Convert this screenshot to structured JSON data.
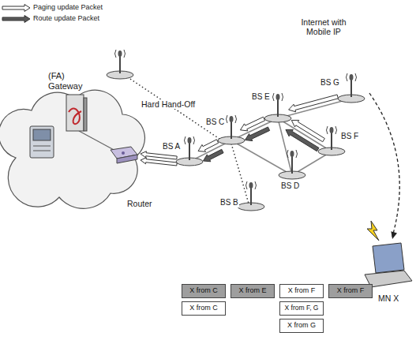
{
  "diagram": {
    "nodes": [
      {
        "text": [
          "X from C"
        ]
      },
      {
        "text": [
          "X from E"
        ]
      },
      {
        "text": [
          "X from F"
        ]
      },
      {
        "text": [
          "X from F"
        ]
      },
      {
        "text": [
          "X from C"
        ]
      },
      {
        "text": [
          "X from F, G"
        ]
      },
      {
        "text": [
          "X from G"
        ]
      }
    ],
    "labels": [
      "Internet with Mobile IP",
      "(FA) Gateway",
      "Hard Hand-Off",
      "BS A",
      "BS B",
      "BS C",
      "BS D",
      "BS E",
      "BS F",
      "BS G",
      "Router",
      "MN X"
    ],
    "legend": [
      {
        "text": "Paging update Packet"
      },
      {
        "text": "Route update Packet"
      }
    ]
  }
}
